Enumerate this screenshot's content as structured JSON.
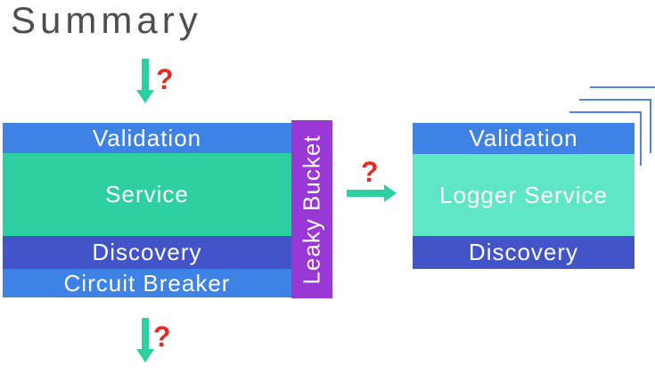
{
  "title": "Summary",
  "colors": {
    "blue": "#3d82e4",
    "indigo": "#4254c8",
    "green": "#2ed0a2",
    "light_green": "#5fe6c4",
    "purple": "#9a38d6",
    "red": "#e52b22",
    "line_blue": "#4d86e8",
    "title_gray": "#4d4d52"
  },
  "left_stack": {
    "layers": [
      {
        "label": "Validation",
        "color": "blue"
      },
      {
        "label": "Service",
        "color": "green"
      },
      {
        "label": "Discovery",
        "color": "indigo"
      },
      {
        "label": "Circuit Breaker",
        "color": "blue"
      }
    ],
    "side_label": "Leaky Bucket"
  },
  "right_stack": {
    "layers": [
      {
        "label": "Validation",
        "color": "blue"
      },
      {
        "label": "Logger Service",
        "color": "light_green"
      },
      {
        "label": "Discovery",
        "color": "indigo"
      }
    ]
  },
  "arrows": {
    "top": {
      "direction": "down",
      "question": "?"
    },
    "middle": {
      "direction": "right",
      "question": "?"
    },
    "bottom": {
      "direction": "down",
      "question": "?"
    }
  }
}
